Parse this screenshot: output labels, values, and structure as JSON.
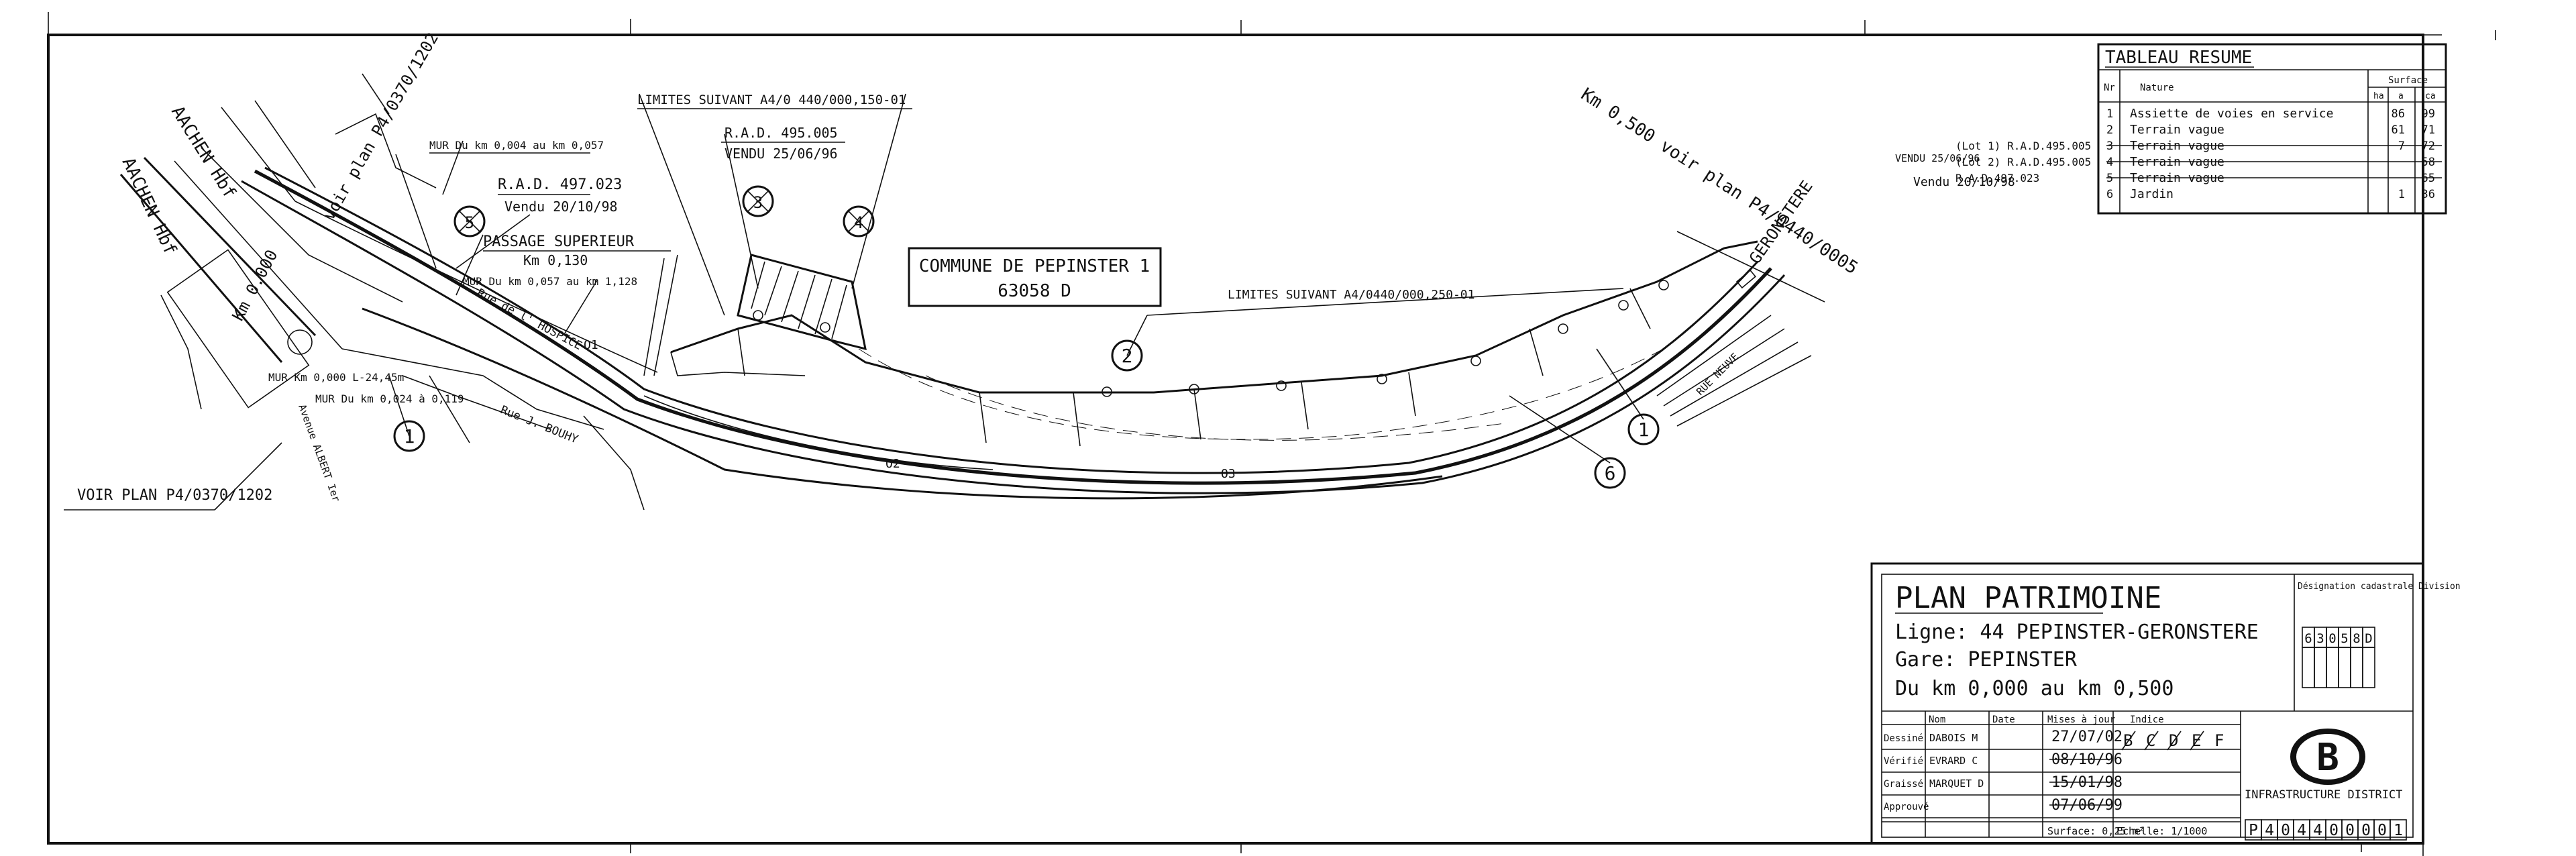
{
  "labels": {
    "aachen_1": "AACHEN Hbf",
    "aachen_2": "AACHEN Hbf",
    "voir_plan_rotated": "voir plan P4/0370/1202",
    "km_000": "Km 0.000",
    "mur_1": "MUR Du km 0,004 au km 0,057",
    "rad_497_title": "R.A.D. 497.023",
    "rad_497_sold": "Vendu 20/10/98",
    "passage_title": "PASSAGE SUPERIEUR",
    "passage_km": "Km 0,130",
    "mur_2": "MUR Du km 0,057 au km 1,128",
    "rue_hospice": "Rue de l' HOSPICE",
    "mur_3": "MUR Km 0,000 L-24,45m",
    "mur_4": "MUR Du km 0,024 à 0,119",
    "rue_bouhy": "Rue J. BOUHY",
    "rue_albert": "Avenue ALBERT Ier",
    "voir_plan_bottom": "VOIR PLAN P4/0370/1202",
    "limites_1": "LIMITES SUIVANT A4/0 440/000,150-01",
    "rad_495_title": "R.A.D. 495.005",
    "rad_495_sold": "VENDU 25/06/96",
    "commune_title": "COMMUNE DE PEPINSTER 1",
    "commune_code": "63058 D",
    "limites_2": "LIMITES SUIVANT A4/0440/000,250-01",
    "km_0500_voir": "Km 0,500 voir plan P4/0440/0005",
    "geronstere": "GERONSTERE",
    "rue_neuve": "RUE NEUVE",
    "circle_1a": "1",
    "circle_1b": "1",
    "circle_2": "2",
    "circle_6": "6",
    "circle_4": "4",
    "circle_5": "5",
    "circle_3": "3",
    "o1": "O1",
    "o2": "O2",
    "o3": "O3"
  },
  "tableau": {
    "title": "TABLEAU RESUME",
    "col_nr": "Nr",
    "col_nature": "Nature",
    "col_surface": "Surface",
    "col_ha": "ha",
    "col_a": "a",
    "col_ca": "ca",
    "rows": [
      {
        "nr": "1",
        "nature": "Assiette de voies en service",
        "ha": "",
        "a": "86",
        "ca": "99",
        "struck": false,
        "side": ""
      },
      {
        "nr": "2",
        "nature": "Terrain vague",
        "ha": "",
        "a": "61",
        "ca": "71",
        "struck": false,
        "side": ""
      },
      {
        "nr": "3",
        "nature": "Terrain vague",
        "ha": "",
        "a": "7",
        "ca": "72",
        "struck": true,
        "side": "(Lot 1) R.A.D.495.005"
      },
      {
        "nr": "4",
        "nature": "Terrain vague",
        "ha": "",
        "a": "",
        "ca": "58",
        "struck": true,
        "side": "(Lot 2) R.A.D.495.005"
      },
      {
        "nr": "5",
        "nature": "Terrain vague",
        "ha": "",
        "a": "",
        "ca": "65",
        "struck": true,
        "side": "R.A.D.497.023"
      },
      {
        "nr": "6",
        "nature": "Jardin",
        "ha": "",
        "a": "1",
        "ca": "36",
        "struck": false,
        "side": ""
      }
    ],
    "side_vendu_96": "VENDU 25/06/96",
    "side_vendu_98": "Vendu 20/10/98"
  },
  "cartouche": {
    "title": "PLAN PATRIMOINE",
    "ligne": "Ligne: 44 PEPINSTER-GERONSTERE",
    "gare": "Gare: PEPINSTER",
    "km_range": "Du km 0,000 au km 0,500",
    "designation_label": "Désignation cadastrale Division",
    "designation_code": [
      "6",
      "3",
      "0",
      "5",
      "8",
      "D"
    ],
    "hdr_nom": "Nom",
    "hdr_date": "Date",
    "hdr_mises": "Mises à jour",
    "hdr_indice": "Indice",
    "rows": [
      {
        "role": "Dessiné",
        "nom": "DABOIS M",
        "mise": "27/07/02",
        "struck": false
      },
      {
        "role": "Vérifié",
        "nom": "EVRARD C",
        "mise": "08/10/96",
        "struck": true
      },
      {
        "role": "Graissé",
        "nom": "MARQUET D",
        "mise": "15/01/98",
        "struck": true
      },
      {
        "role": "Approuvé",
        "nom": "",
        "mise": "07/06/99",
        "struck": true
      }
    ],
    "indices": [
      "B",
      "C",
      "D",
      "E",
      "F"
    ],
    "surface": "Surface: 0,25 m²",
    "echelle": "Echelle: 1/1000",
    "infra": "INFRASTRUCTURE DISTRICT",
    "plan_number": [
      "P",
      "4",
      "0",
      "4",
      "4",
      "0",
      "0",
      "0",
      "0",
      "1"
    ],
    "logo_letter": "B"
  }
}
